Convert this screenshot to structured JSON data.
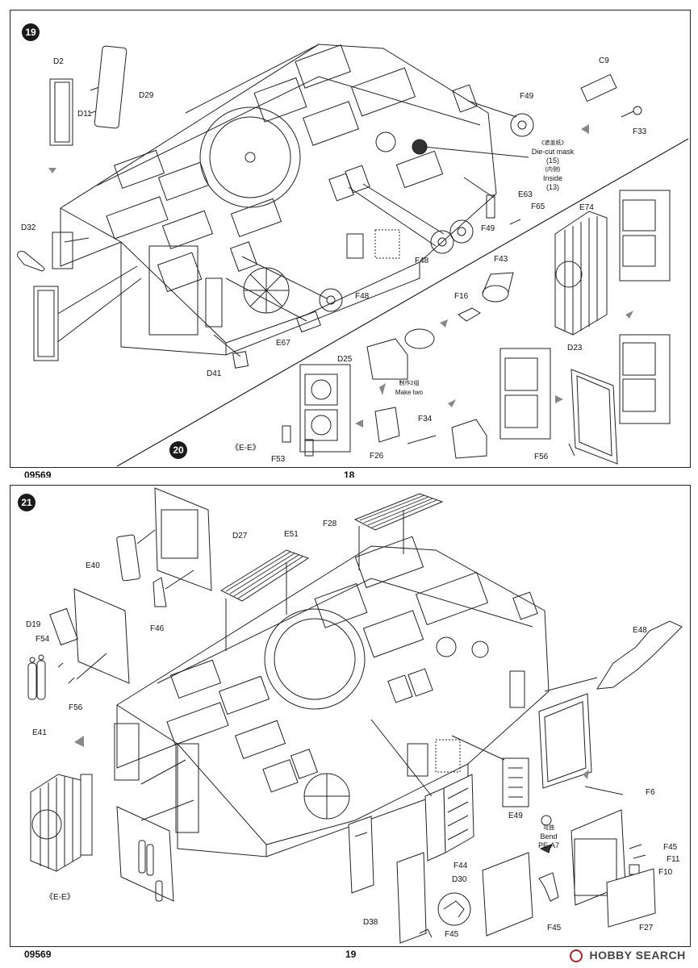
{
  "top_page": {
    "step_numbers": [
      "19",
      "20"
    ],
    "code_partial": "09569",
    "page_partial": "18",
    "labels": {
      "D2": "D2",
      "D29": "D29",
      "D11": "D11",
      "D32": "D32",
      "D41": "D41",
      "E67": "E67",
      "F48a": "F48",
      "F48b": "F48",
      "F49a": "F49",
      "F49b": "F49",
      "C9": "C9",
      "F33": "F33",
      "E63": "E63",
      "F65": "F65",
      "E74": "E74",
      "F43": "F43",
      "F16": "F16",
      "D25": "D25",
      "D23": "D23",
      "F34": "F34",
      "F26": "F26",
      "F53": "F53",
      "F56": "F56",
      "EE": "《E-E》"
    },
    "mask_note": {
      "cn1": "《遮盖纸》",
      "en1": "Die-cut mask",
      "num1": "(15)",
      "cn2": "(内侧)",
      "en2": "Inside",
      "num2": "(13)"
    },
    "make_two": {
      "cn": "制作2组",
      "en": "Make two"
    }
  },
  "bottom_page": {
    "step_number": "21",
    "code": "09569",
    "page_number": "19",
    "labels": {
      "D27": "D27",
      "E40": "E40",
      "F46": "F46",
      "E51": "E51",
      "F28": "F28",
      "D19": "D19",
      "F54": "F54",
      "F56": "F56",
      "E41": "E41",
      "E48": "E48",
      "E49": "E49",
      "F44": "F44",
      "F6": "F6",
      "F45a": "F45",
      "F11": "F11",
      "F10": "F10",
      "F27": "F27",
      "D30": "D30",
      "F45b": "F45",
      "D38": "D38",
      "F45c": "F45",
      "EE": "《E-E》"
    },
    "bend_note": {
      "cn": "弯曲",
      "en": "Bend",
      "part": "PE-A7"
    }
  },
  "watermark": "HOBBY SEARCH"
}
